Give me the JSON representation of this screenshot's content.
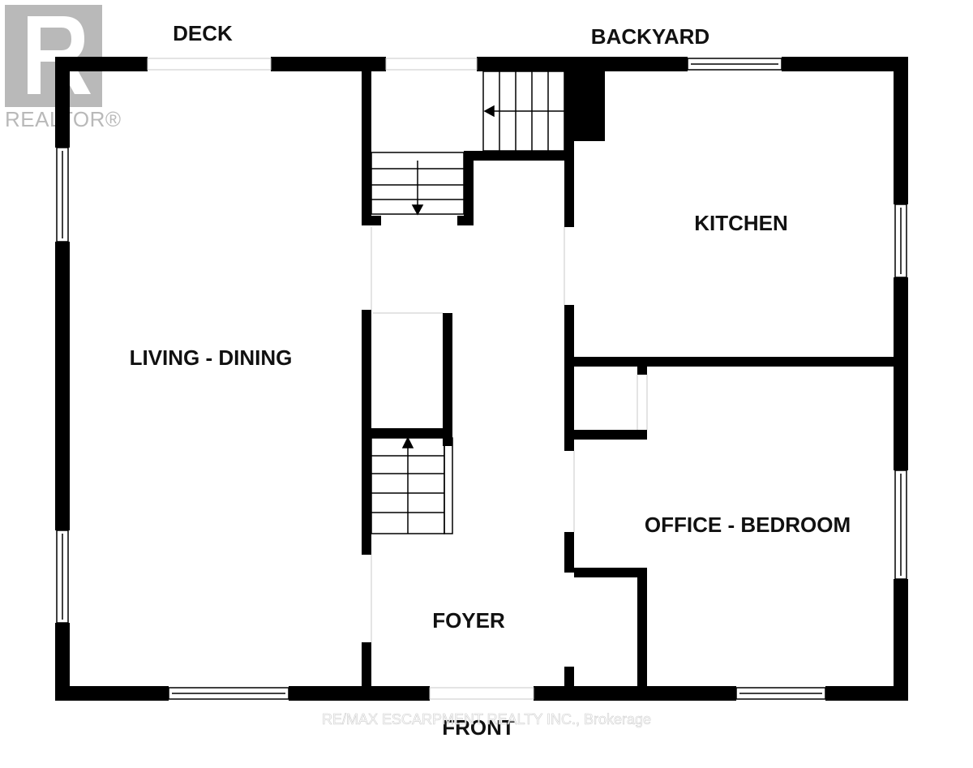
{
  "logo": {
    "text": "REALTOR®"
  },
  "labels": {
    "deck": "DECK",
    "backyard": "BACKYARD",
    "kitchen": "KITCHEN",
    "living_dining": "LIVING - DINING",
    "office_bedroom": "OFFICE - BEDROOM",
    "foyer": "FOYER",
    "front": "FRONT"
  },
  "watermark": "RE/MAX ESCARPMENT REALTY INC., Brokerage",
  "colors": {
    "wall": "#000000",
    "background": "#ffffff",
    "window": "#ffffff",
    "logo": "#b9b9b9"
  }
}
